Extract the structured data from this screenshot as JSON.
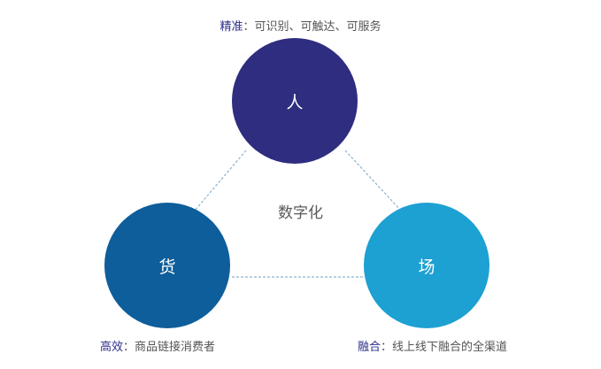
{
  "diagram": {
    "center_label": "数字化",
    "nodes": [
      {
        "id": "ren",
        "label": "人",
        "color": "#2e2d7f"
      },
      {
        "id": "huo",
        "label": "货",
        "color": "#0d5e9a"
      },
      {
        "id": "chang",
        "label": "场",
        "color": "#1da0d2"
      }
    ],
    "captions": {
      "top": {
        "key": "精准",
        "text": "：可识别、可触达、可服务"
      },
      "left": {
        "key": "高效",
        "text": "：商品链接消费者"
      },
      "right": {
        "key": "融合",
        "text": "：线上线下融合的全渠道"
      }
    },
    "connector_color": "#8fb3cc"
  }
}
